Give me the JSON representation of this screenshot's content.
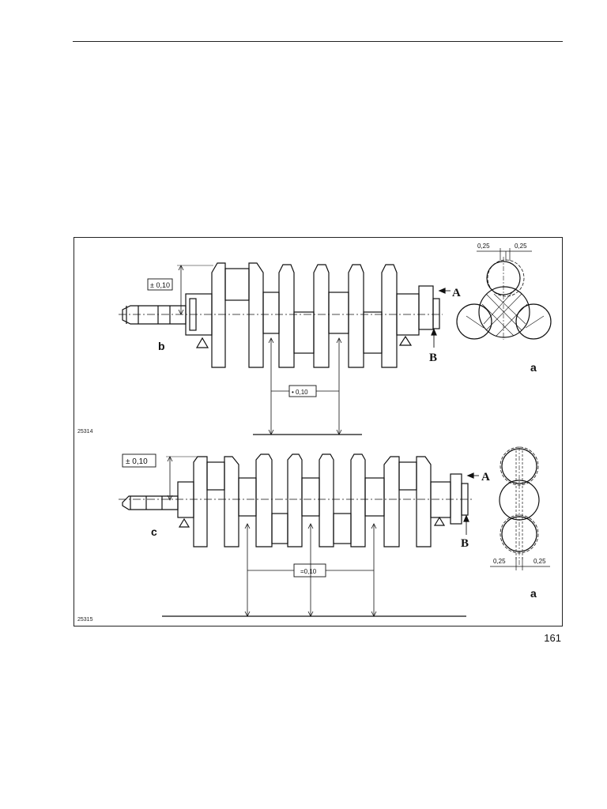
{
  "page": {
    "number": "161"
  },
  "figure_top": {
    "view_label": "b",
    "detail_label": "a",
    "ref_number": "25314",
    "tolerance_flange": "± 0,10",
    "tolerance_journal": "• 0,10",
    "datum_a": "A",
    "datum_b": "B",
    "offset_left": "0,25",
    "offset_right": "0,25"
  },
  "figure_bottom": {
    "view_label": "c",
    "detail_label": "a",
    "ref_number": "25315",
    "tolerance_flange": "± 0,10",
    "tolerance_journal": "=0,10",
    "datum_a": "A",
    "datum_b": "B",
    "offset_left": "0,25",
    "offset_right": "0,25"
  }
}
